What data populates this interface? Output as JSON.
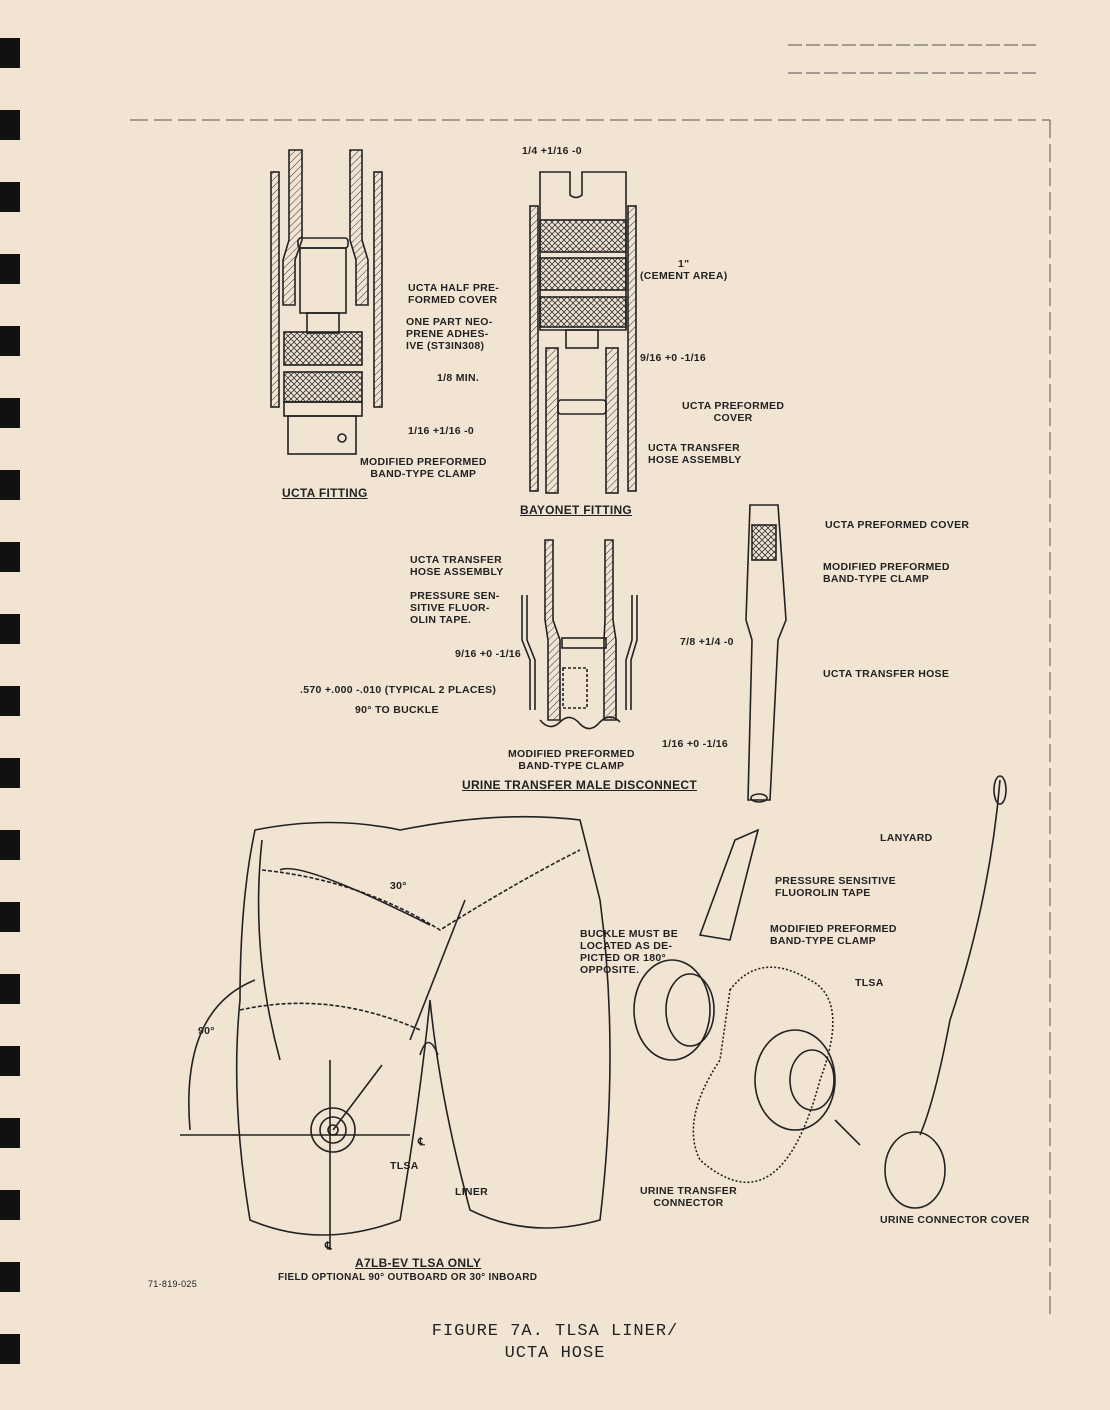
{
  "drawing_number": "71-819-025",
  "caption": {
    "line1": "FIGURE 7A.  TLSA LINER/",
    "line2": "UCTA HOSE"
  },
  "ucta_fitting": {
    "title": "UCTA FITTING",
    "labels": [
      "UCTA HALF PRE-\nFORMED COVER",
      "ONE PART NEO-\nPRENE ADHES-\nIVE (ST3IN308)",
      "1/8 MIN.",
      "1/16 +1/16 -0",
      "MODIFIED PREFORMED\nBAND-TYPE CLAMP"
    ]
  },
  "bayonet_fitting": {
    "title": "BAYONET FITTING",
    "labels": [
      "1/4 +1/16 -0",
      "1\"\n(CEMENT AREA)",
      "9/16 +0 -1/16",
      "UCTA PREFORMED\nCOVER",
      "UCTA TRANSFER\nHOSE ASSEMBLY"
    ]
  },
  "male_disconnect": {
    "title": "URINE TRANSFER MALE DISCONNECT",
    "labels": [
      "UCTA TRANSFER\nHOSE ASSEMBLY",
      "PRESSURE SEN-\nSITIVE FLUOR-\nOLIN TAPE.",
      "9/16 +0 -1/16",
      ".570 +.000 -.010 (TYPICAL 2 PLACES)",
      "90° TO BUCKLE",
      "7/8 +1/4 -0",
      "1/16 +0 -1/16",
      "MODIFIED PREFORMED\nBAND-TYPE CLAMP"
    ]
  },
  "hose_view": {
    "labels": [
      "UCTA PREFORMED COVER",
      "MODIFIED PREFORMED\nBAND-TYPE CLAMP",
      "UCTA TRANSFER HOSE"
    ]
  },
  "tlsa_view": {
    "title": "A7LB-EV TLSA ONLY",
    "subtitle": "FIELD OPTIONAL 90° OUTBOARD OR 30° INBOARD",
    "labels": [
      "30°",
      "90°",
      "TLSA",
      "LINER",
      "℄",
      "℄"
    ]
  },
  "connector_view": {
    "labels": [
      "LANYARD",
      "PRESSURE SENSITIVE\nFLUOROLIN TAPE",
      "BUCKLE MUST BE\nLOCATED AS DE-\nPICTED OR 180°\nOPPOSITE.",
      "MODIFIED PREFORMED\nBAND-TYPE CLAMP",
      "TLSA",
      "URINE TRANSFER\nCONNECTOR",
      "URINE CONNECTOR COVER"
    ]
  }
}
